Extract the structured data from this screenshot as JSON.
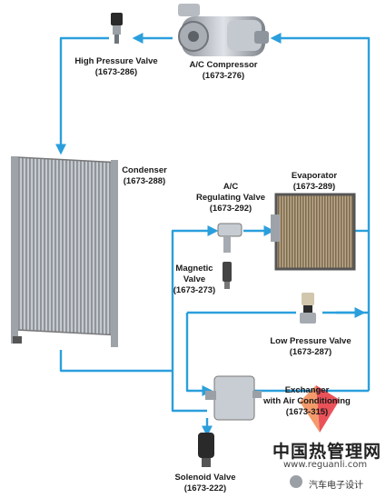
{
  "diagram": {
    "line_color": "#2b9fdc",
    "components": {
      "high_pressure_valve": {
        "name": "High Pressure Valve",
        "part": "(1673-286)"
      },
      "compressor": {
        "name": "A/C Compressor",
        "part": "(1673-276)"
      },
      "condenser": {
        "name": "Condenser",
        "part": "(1673-288)"
      },
      "regulating_valve": {
        "name": "A/C",
        "name2": "Regulating Valve",
        "part": "(1673-292)"
      },
      "evaporator": {
        "name": "Evaporator",
        "part": "(1673-289)"
      },
      "magnetic_valve": {
        "name": "Magnetic",
        "name2": "Valve",
        "part": "(1673-273)"
      },
      "low_pressure_valve": {
        "name": "Low Pressure Valve",
        "part": "(1673-287)"
      },
      "exchanger": {
        "name": "Exchanger",
        "name2": "with Air Conditioning",
        "part": "(1673-315)"
      },
      "solenoid_valve": {
        "name": "Solenoid Valve",
        "part": "(1673-222)"
      }
    }
  },
  "watermark": {
    "site_cn": "中国热管理网",
    "url": "www.reguanli.com",
    "account": "汽车电子设计",
    "logo_color": "#e8323c"
  }
}
